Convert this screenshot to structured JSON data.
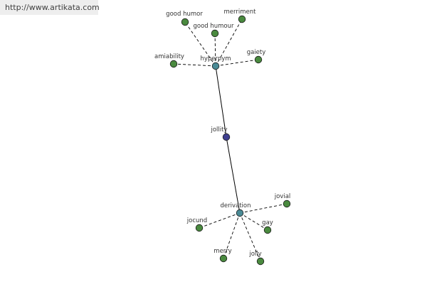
{
  "banner": {
    "url": "http://www.artikata.com"
  },
  "graph": {
    "center": {
      "word": "jollity"
    },
    "relations": [
      {
        "name": "hypernym",
        "words": [
          "good humor",
          "good humour",
          "merriment",
          "amiability",
          "gaiety"
        ]
      },
      {
        "name": "derivation",
        "words": [
          "jovial",
          "jocund",
          "gay",
          "merry",
          "jolly"
        ]
      }
    ]
  },
  "colors": {
    "center_node": "#3f3f8f",
    "relation_node": "#4a8a95",
    "word_node": "#4a8a3f",
    "edge": "#000000",
    "label": "#333333",
    "banner_bg": "#eeeeee"
  }
}
